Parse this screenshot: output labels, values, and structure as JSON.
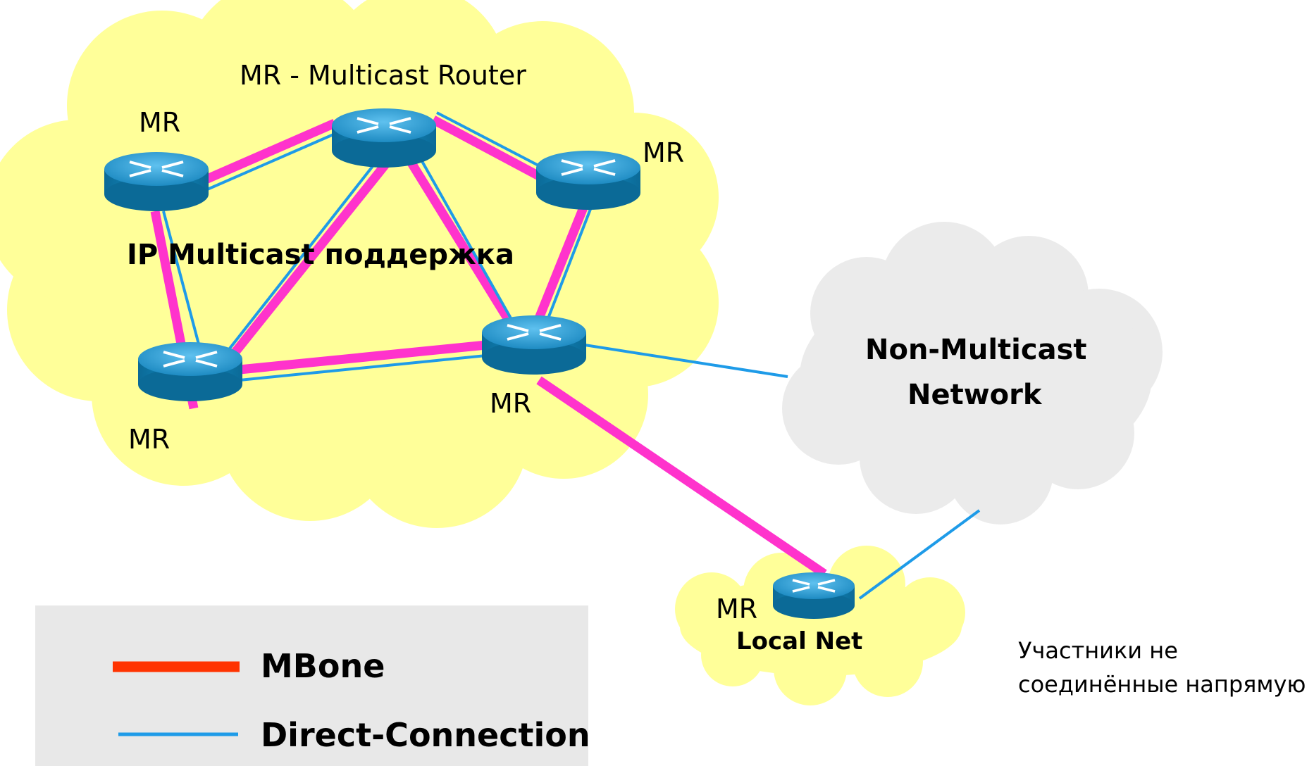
{
  "diagram": {
    "title_label": "MR - Multicast Router",
    "main_cloud_label": "IP Multicast поддержка",
    "non_multicast_label_line1": "Non-Multicast",
    "non_multicast_label_line2": "Network",
    "local_net_label": "Local Net",
    "note_line1": "Участники не",
    "note_line2": "соединённые напрямую",
    "routers": [
      {
        "id": "top",
        "label": ""
      },
      {
        "id": "upper-left",
        "label": "MR"
      },
      {
        "id": "upper-right",
        "label": "MR"
      },
      {
        "id": "lower-left",
        "label": "MR"
      },
      {
        "id": "hub",
        "label": "MR"
      },
      {
        "id": "local",
        "label": "MR"
      }
    ],
    "links": [
      {
        "from": "upper-left",
        "to": "top",
        "type": "mbone"
      },
      {
        "from": "top",
        "to": "upper-right",
        "type": "mbone"
      },
      {
        "from": "upper-left",
        "to": "lower-left",
        "type": "mbone"
      },
      {
        "from": "top",
        "to": "lower-left",
        "type": "mbone"
      },
      {
        "from": "top",
        "to": "hub",
        "type": "mbone"
      },
      {
        "from": "upper-right",
        "to": "hub",
        "type": "mbone"
      },
      {
        "from": "lower-left",
        "to": "hub",
        "type": "mbone"
      },
      {
        "from": "hub",
        "to": "local",
        "type": "mbone"
      },
      {
        "from": "hub",
        "to": "non-multicast-network",
        "type": "direct"
      },
      {
        "from": "non-multicast-network",
        "to": "local",
        "type": "direct"
      }
    ]
  },
  "legend": {
    "items": [
      {
        "label": "MBone",
        "style": "mbone"
      },
      {
        "label": "Direct-Connection",
        "style": "direct"
      }
    ]
  },
  "colors": {
    "mbone_link": "#FF33CC",
    "mbone_legend": "#FF3300",
    "direct_link": "#1E9BE8",
    "multicast_cloud": "#FFFF99",
    "non_multicast_cloud": "#EBEBEB",
    "legend_background": "#E8E8E8",
    "router_body": "#0E7EB0"
  }
}
